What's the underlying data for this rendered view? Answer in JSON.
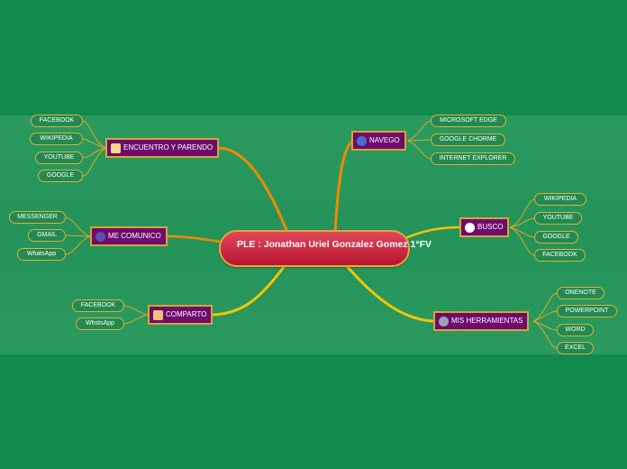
{
  "central": "PLE : Jonathan Uriel Gonzalez Gomez 1°FV",
  "branches": {
    "encuentro": {
      "label": "ENCUENTRO Y PARENDO",
      "icon": "scroll-icon",
      "items": [
        "FACEBOOK",
        "WIKIPEDIA",
        "YOUTUBE",
        "GOOGLE"
      ]
    },
    "comunico": {
      "label": "ME COMUNICO",
      "icon": "chat-icon",
      "items": [
        "MESSENGER",
        "GMAIL",
        "WhatsApp"
      ]
    },
    "comparto": {
      "label": "COMPARTO",
      "icon": "thumbs-up-icon",
      "items": [
        "FACEBOOK",
        "WhstsApp"
      ]
    },
    "navego": {
      "label": "NAVEGO",
      "icon": "globe-icon",
      "items": [
        "MICROSOFT EDGE",
        "GOOGLE CHORME",
        "INTERNET EXPLORER"
      ]
    },
    "busco": {
      "label": "BUSCO",
      "icon": "magnifier-icon",
      "items": [
        "WIKIPEDIA",
        "YOUTUBE",
        "GOOGLE",
        "FACEBOOK"
      ]
    },
    "herramientas": {
      "label": "MIS HERRAMIENTAS",
      "icon": "gear-icon",
      "items": [
        "ONENOTE",
        "POWERPOINT",
        "WORD",
        "EXCEL"
      ]
    }
  },
  "colors": {
    "background": "#138a4e",
    "main_node": "#6e0c6e",
    "central": "#c9203a",
    "link_orange": "#f08a00",
    "link_yellow": "#f5c400"
  }
}
